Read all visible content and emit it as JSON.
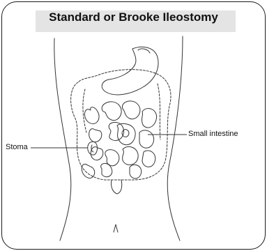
{
  "title": "Standard or Brooke Ileostomy",
  "labels": {
    "small_intestine": "Small intestine",
    "stoma": "Stoma"
  },
  "colors": {
    "frame": "#1a1a1a",
    "title_background": "#e4e4e4",
    "drawing": "#333333"
  }
}
